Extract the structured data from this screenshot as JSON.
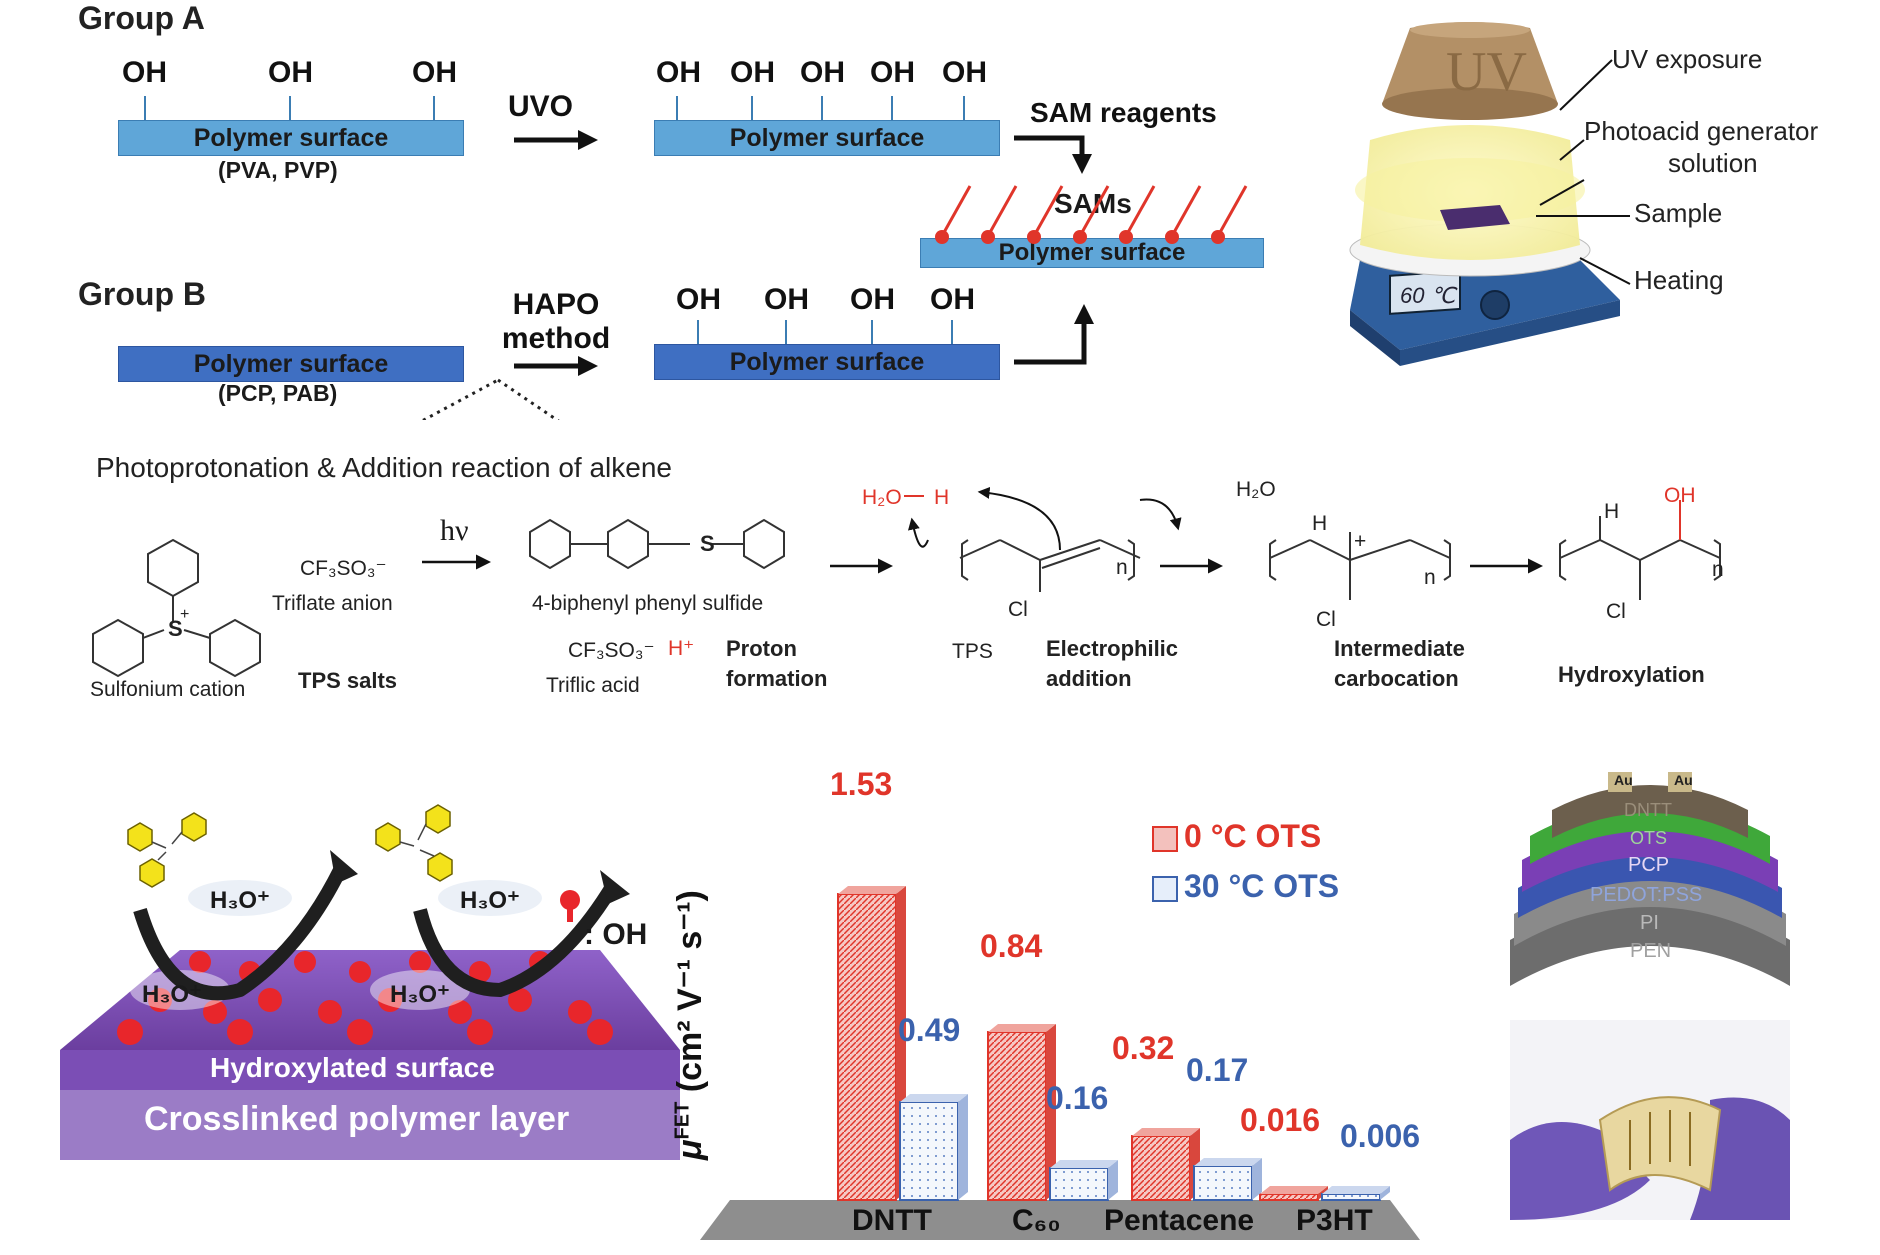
{
  "groupA": {
    "title": "Group A",
    "oh_left": [
      "OH",
      "OH",
      "OH"
    ],
    "surface": "Polymer surface",
    "materials": "(PVA, PVP)",
    "step": "UVO",
    "oh_right": [
      "OH",
      "OH",
      "OH",
      "OH",
      "OH"
    ],
    "surface_right": "Polymer surface"
  },
  "groupB": {
    "title": "Group B",
    "surface": "Polymer surface",
    "materials": "(PCP, PAB)",
    "step_line1": "HAPO",
    "step_line2": "method",
    "oh_right": [
      "OH",
      "OH",
      "OH",
      "OH"
    ],
    "surface_right": "Polymer surface"
  },
  "sam": {
    "reagents": "SAM reagents",
    "label": "SAMs",
    "surface": "Polymer surface"
  },
  "apparatus": {
    "uv": "UV",
    "display": "60 ℃",
    "labels": [
      "UV exposure",
      "Photoacid generator",
      "solution",
      "Sample",
      "Heating"
    ]
  },
  "mechanism": {
    "title": "Photoprotonation & Addition reaction of alkene",
    "sulfonium": "Sulfonium cation",
    "triflate_formula": "CF₃SO₃⁻",
    "triflate": "Triflate anion",
    "tps_salts": "TPS salts",
    "hv": "hν",
    "sulfide": "4-biphenyl phenyl sulfide",
    "triflic_formula": "CF₃SO₃⁻",
    "h_plus": "H⁺",
    "triflic": "Triflic acid",
    "proton1": "Proton",
    "proton2": "formation",
    "hydronium": "H₂O",
    "hydronium_h": "H",
    "tps": "TPS",
    "electro1": "Electrophilic",
    "electro2": "addition",
    "water": "H₂O",
    "inter1": "Intermediate",
    "inter2": "carbocation",
    "hydroxylation": "Hydroxylation",
    "cl": "Cl",
    "n": "n",
    "h": "H",
    "oh": "OH",
    "plus": "+",
    "s": "S"
  },
  "surface3d": {
    "h3o": "H₃O⁺",
    "hydroxylated": "Hydroxylated surface",
    "crosslinked": "Crosslinked polymer layer",
    "oh_legend": ": OH"
  },
  "device": {
    "layers": [
      "DNTT",
      "OTS",
      "PCP",
      "PEDOT:PSS",
      "PI",
      "PEN"
    ],
    "electrode": "Au"
  },
  "chart_data": {
    "type": "bar",
    "categories": [
      "DNTT",
      "C₆₀",
      "Pentacene",
      "P3HT"
    ],
    "series": [
      {
        "name": "0 °C OTS",
        "values": [
          1.53,
          0.84,
          0.32,
          0.016
        ],
        "labels": [
          "1.53",
          "0.84",
          "0.32",
          "0.016"
        ],
        "color": "#e0352a"
      },
      {
        "name": "30 °C OTS",
        "values": [
          0.49,
          0.16,
          0.17,
          0.006
        ],
        "labels": [
          "0.49",
          "0.16",
          "0.17",
          "0.006"
        ],
        "color": "#3b62ad"
      }
    ],
    "ylabel": "μ",
    "ylabel_sup": "FET",
    "ylabel_unit": " (cm² V⁻¹ s⁻¹)",
    "ylim": [
      0,
      1.6
    ]
  }
}
